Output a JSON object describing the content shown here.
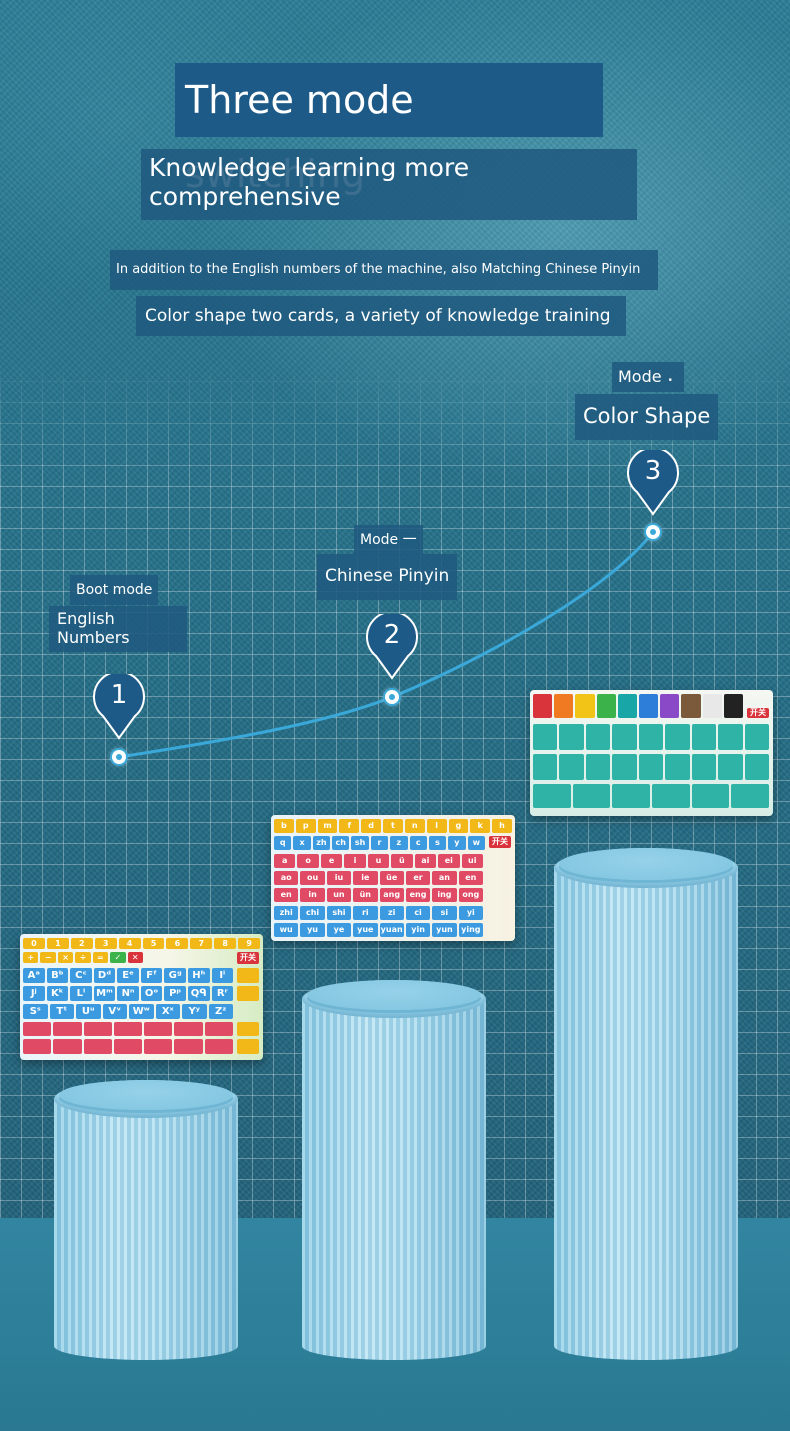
{
  "header": {
    "title": "Three mode switching",
    "subtitle": "Knowledge learning more comprehensive",
    "desc_line1": "In addition to the English numbers of the machine, also Matching Chinese Pinyin",
    "desc_line2": "Color shape two cards, a variety of knowledge training"
  },
  "modes": [
    {
      "number": "1",
      "caption": "Boot mode",
      "name": "English Numbers"
    },
    {
      "number": "2",
      "caption": "Mode 一",
      "name": "Chinese Pinyin"
    },
    {
      "number": "3",
      "caption": "Mode ⠄",
      "name": "Color Shape"
    }
  ],
  "cards": {
    "english": {
      "number_keys": [
        "0",
        "1",
        "2",
        "3",
        "4",
        "5",
        "6",
        "7",
        "8",
        "9"
      ],
      "symbol_keys": [
        "+",
        "−",
        "×",
        "÷",
        "=",
        "✓",
        "✕"
      ],
      "letter_rows": [
        [
          "Aᵃ",
          "Bᵇ",
          "Cᶜ",
          "Dᵈ",
          "Eᵉ",
          "Fᶠ",
          "Gᵍ",
          "Hʰ",
          "Iⁱ"
        ],
        [
          "Jʲ",
          "Kᵏ",
          "Lˡ",
          "Mᵐ",
          "Nⁿ",
          "Oᵒ",
          "Pᵖ",
          "Qᑫ",
          "Rʳ"
        ],
        [
          "Sˢ",
          "Tᵗ",
          "Uᵘ",
          "Vᵛ",
          "Wʷ",
          "Xˣ",
          "Yʸ",
          "Zᶻ"
        ]
      ],
      "switch_label": "开关"
    },
    "pinyin": {
      "rows": [
        [
          "b",
          "p",
          "m",
          "f",
          "d",
          "t",
          "n",
          "l",
          "g",
          "k",
          "h"
        ],
        [
          "q",
          "x",
          "zh",
          "ch",
          "sh",
          "r",
          "z",
          "c",
          "s",
          "y",
          "w"
        ],
        [
          "a",
          "o",
          "e",
          "i",
          "u",
          "ü",
          "ai",
          "ei",
          "ui"
        ],
        [
          "ao",
          "ou",
          "iu",
          "ie",
          "üe",
          "er",
          "an",
          "en"
        ],
        [
          "en",
          "in",
          "un",
          "ün",
          "ang",
          "eng",
          "ing",
          "ong"
        ],
        [
          "zhi",
          "chi",
          "shi",
          "ri",
          "zi",
          "ci",
          "si",
          "yi"
        ],
        [
          "wu",
          "yu",
          "ye",
          "yue",
          "yuan",
          "yin",
          "yun",
          "ying"
        ]
      ],
      "switch_label": "开关"
    },
    "shapes": {
      "switch_label": "开关"
    }
  },
  "colors": {
    "title_box": "#1e5a87",
    "label_box": "#205a80",
    "pin": "#1e5a87",
    "path_line": "#3aa8d8",
    "pedestal": "#a9dcef"
  }
}
